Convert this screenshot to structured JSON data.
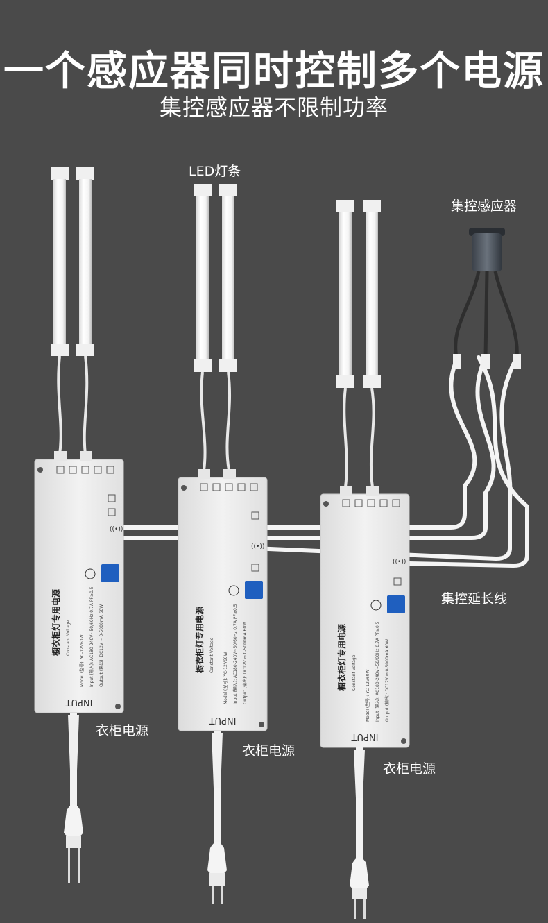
{
  "header": {
    "title": "一个感应器同时控制多个电源",
    "subtitle": "集控感应器不限制功率"
  },
  "labels": {
    "led_strip": "LED灯条",
    "sensor": "集控感应器",
    "extension_cable": "集控延长线",
    "power_supply_1": "衣柜电源",
    "power_supply_2": "衣柜电源",
    "power_supply_3": "衣柜电源"
  },
  "power_supply": {
    "input_label": "INPUT",
    "product_name": "橱衣柜灯专用电源",
    "voltage_type": "Constant Voltage",
    "model_line": "Model (型号): YC-12V60W",
    "input_line": "Input (输入): AC180-240V~50/60Hz 0.7A PF≥0.5",
    "output_line": "Output (输出): DC12V ⎓ 0-5000mA 60W"
  },
  "colors": {
    "background": "#4a4a4a",
    "text": "#ffffff",
    "device_body": "#ececec",
    "terminal_blue": "#1f5fbf"
  }
}
